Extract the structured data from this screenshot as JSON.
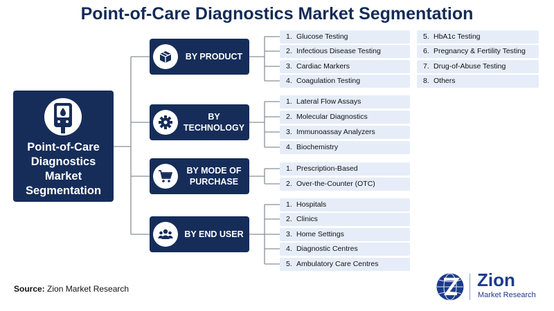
{
  "title": "Point-of-Care Diagnostics Market Segmentation",
  "root": {
    "label_lines": [
      "Point-of-Care",
      "Diagnostics",
      "Market",
      "Segmentation"
    ],
    "icon": "glucose-meter-icon"
  },
  "segments": [
    {
      "label_lines": [
        "BY PRODUCT"
      ],
      "icon": "product-box-icon",
      "items": [
        {
          "num": "1.",
          "text": "Glucose Testing"
        },
        {
          "num": "2.",
          "text": "Infectious Disease Testing"
        },
        {
          "num": "3.",
          "text": "Cardiac Markers"
        },
        {
          "num": "4.",
          "text": "Coagulation Testing"
        },
        {
          "num": "5.",
          "text": "HbA1c Testing"
        },
        {
          "num": "6.",
          "text": "Pregnancy & Fertility Testing"
        },
        {
          "num": "7.",
          "text": "Drug-of-Abuse Testing"
        },
        {
          "num": "8.",
          "text": "Others"
        }
      ]
    },
    {
      "label_lines": [
        "BY TECHNOLOGY"
      ],
      "icon": "gear-icon",
      "items": [
        {
          "num": "1.",
          "text": "Lateral Flow Assays"
        },
        {
          "num": "2.",
          "text": "Molecular Diagnostics"
        },
        {
          "num": "3.",
          "text": "Immunoassay Analyzers"
        },
        {
          "num": "4.",
          "text": "Biochemistry"
        }
      ]
    },
    {
      "label_lines": [
        "BY MODE OF",
        "PURCHASE"
      ],
      "icon": "shopping-cart-icon",
      "items": [
        {
          "num": "1.",
          "text": "Prescription-Based"
        },
        {
          "num": "2.",
          "text": "Over-the-Counter (OTC)"
        }
      ]
    },
    {
      "label_lines": [
        "BY END USER"
      ],
      "icon": "users-group-icon",
      "items": [
        {
          "num": "1.",
          "text": "Hospitals"
        },
        {
          "num": "2.",
          "text": "Clinics"
        },
        {
          "num": "3.",
          "text": "Home Settings"
        },
        {
          "num": "4.",
          "text": "Diagnostic Centres"
        },
        {
          "num": "5.",
          "text": "Ambulatory Care Centres"
        }
      ]
    }
  ],
  "source": {
    "label": "Source:",
    "value": "Zion Market Research"
  },
  "logo": {
    "name": "Zion",
    "subtitle": "Market Research",
    "icon": "globe-z-icon"
  },
  "colors": {
    "navy": "#162d5a",
    "item_bg": "#e6edf8",
    "line": "#8a8f98",
    "brand": "#1b3a8a"
  }
}
